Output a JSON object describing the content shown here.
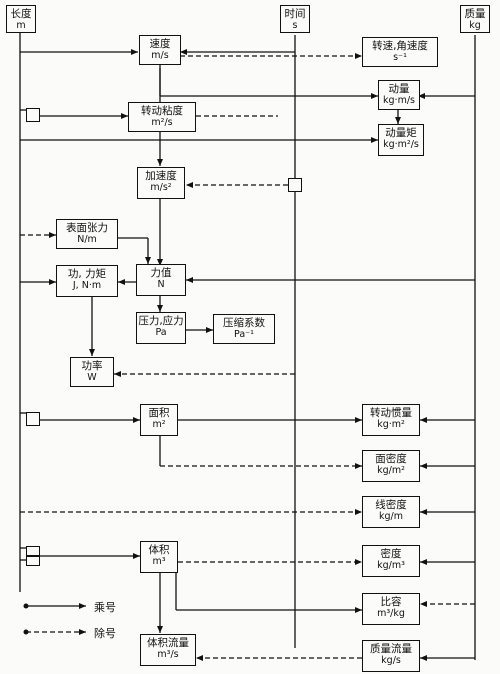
{
  "quantities": {
    "length": {
      "name": "长度",
      "unit": "m"
    },
    "time": {
      "name": "时间",
      "unit": "s"
    },
    "mass": {
      "name": "质量",
      "unit": "kg"
    },
    "velocity": {
      "name": "速度",
      "unit": "m/s"
    },
    "rotation_speed": {
      "name": "转速,角速度",
      "unit": "s⁻¹"
    },
    "momentum": {
      "name": "动量",
      "unit": "kg·m/s"
    },
    "kinematic_viscosity": {
      "name": "转动粘度",
      "unit": "m²/s"
    },
    "angular_momentum": {
      "name": "动量矩",
      "unit": "kg·m²/s"
    },
    "acceleration": {
      "name": "加速度",
      "unit": "m/s²"
    },
    "surface_tension": {
      "name": "表面张力",
      "unit": "N/m"
    },
    "work_torque": {
      "name": "功, 力矩",
      "unit": "J, N·m"
    },
    "force": {
      "name": "力值",
      "unit": "N"
    },
    "pressure": {
      "name": "压力,应力",
      "unit": "Pa"
    },
    "compressibility": {
      "name": "压缩系数",
      "unit": "Pa⁻¹"
    },
    "power": {
      "name": "功率",
      "unit": "W"
    },
    "area": {
      "name": "面积",
      "unit": "m²"
    },
    "moment_of_inertia": {
      "name": "转动惯量",
      "unit": "kg·m²"
    },
    "area_density": {
      "name": "面密度",
      "unit": "kg/m²"
    },
    "linear_density": {
      "name": "线密度",
      "unit": "kg/m"
    },
    "volume": {
      "name": "体积",
      "unit": "m³"
    },
    "density": {
      "name": "密度",
      "unit": "kg/m³"
    },
    "specific_volume": {
      "name": "比容",
      "unit": "m³/kg"
    },
    "volume_flow": {
      "name": "体积流量",
      "unit": "m³/s"
    },
    "mass_flow": {
      "name": "质量流量",
      "unit": "kg/s"
    }
  },
  "legend": {
    "multiply": "乘号",
    "divide": "除号"
  }
}
